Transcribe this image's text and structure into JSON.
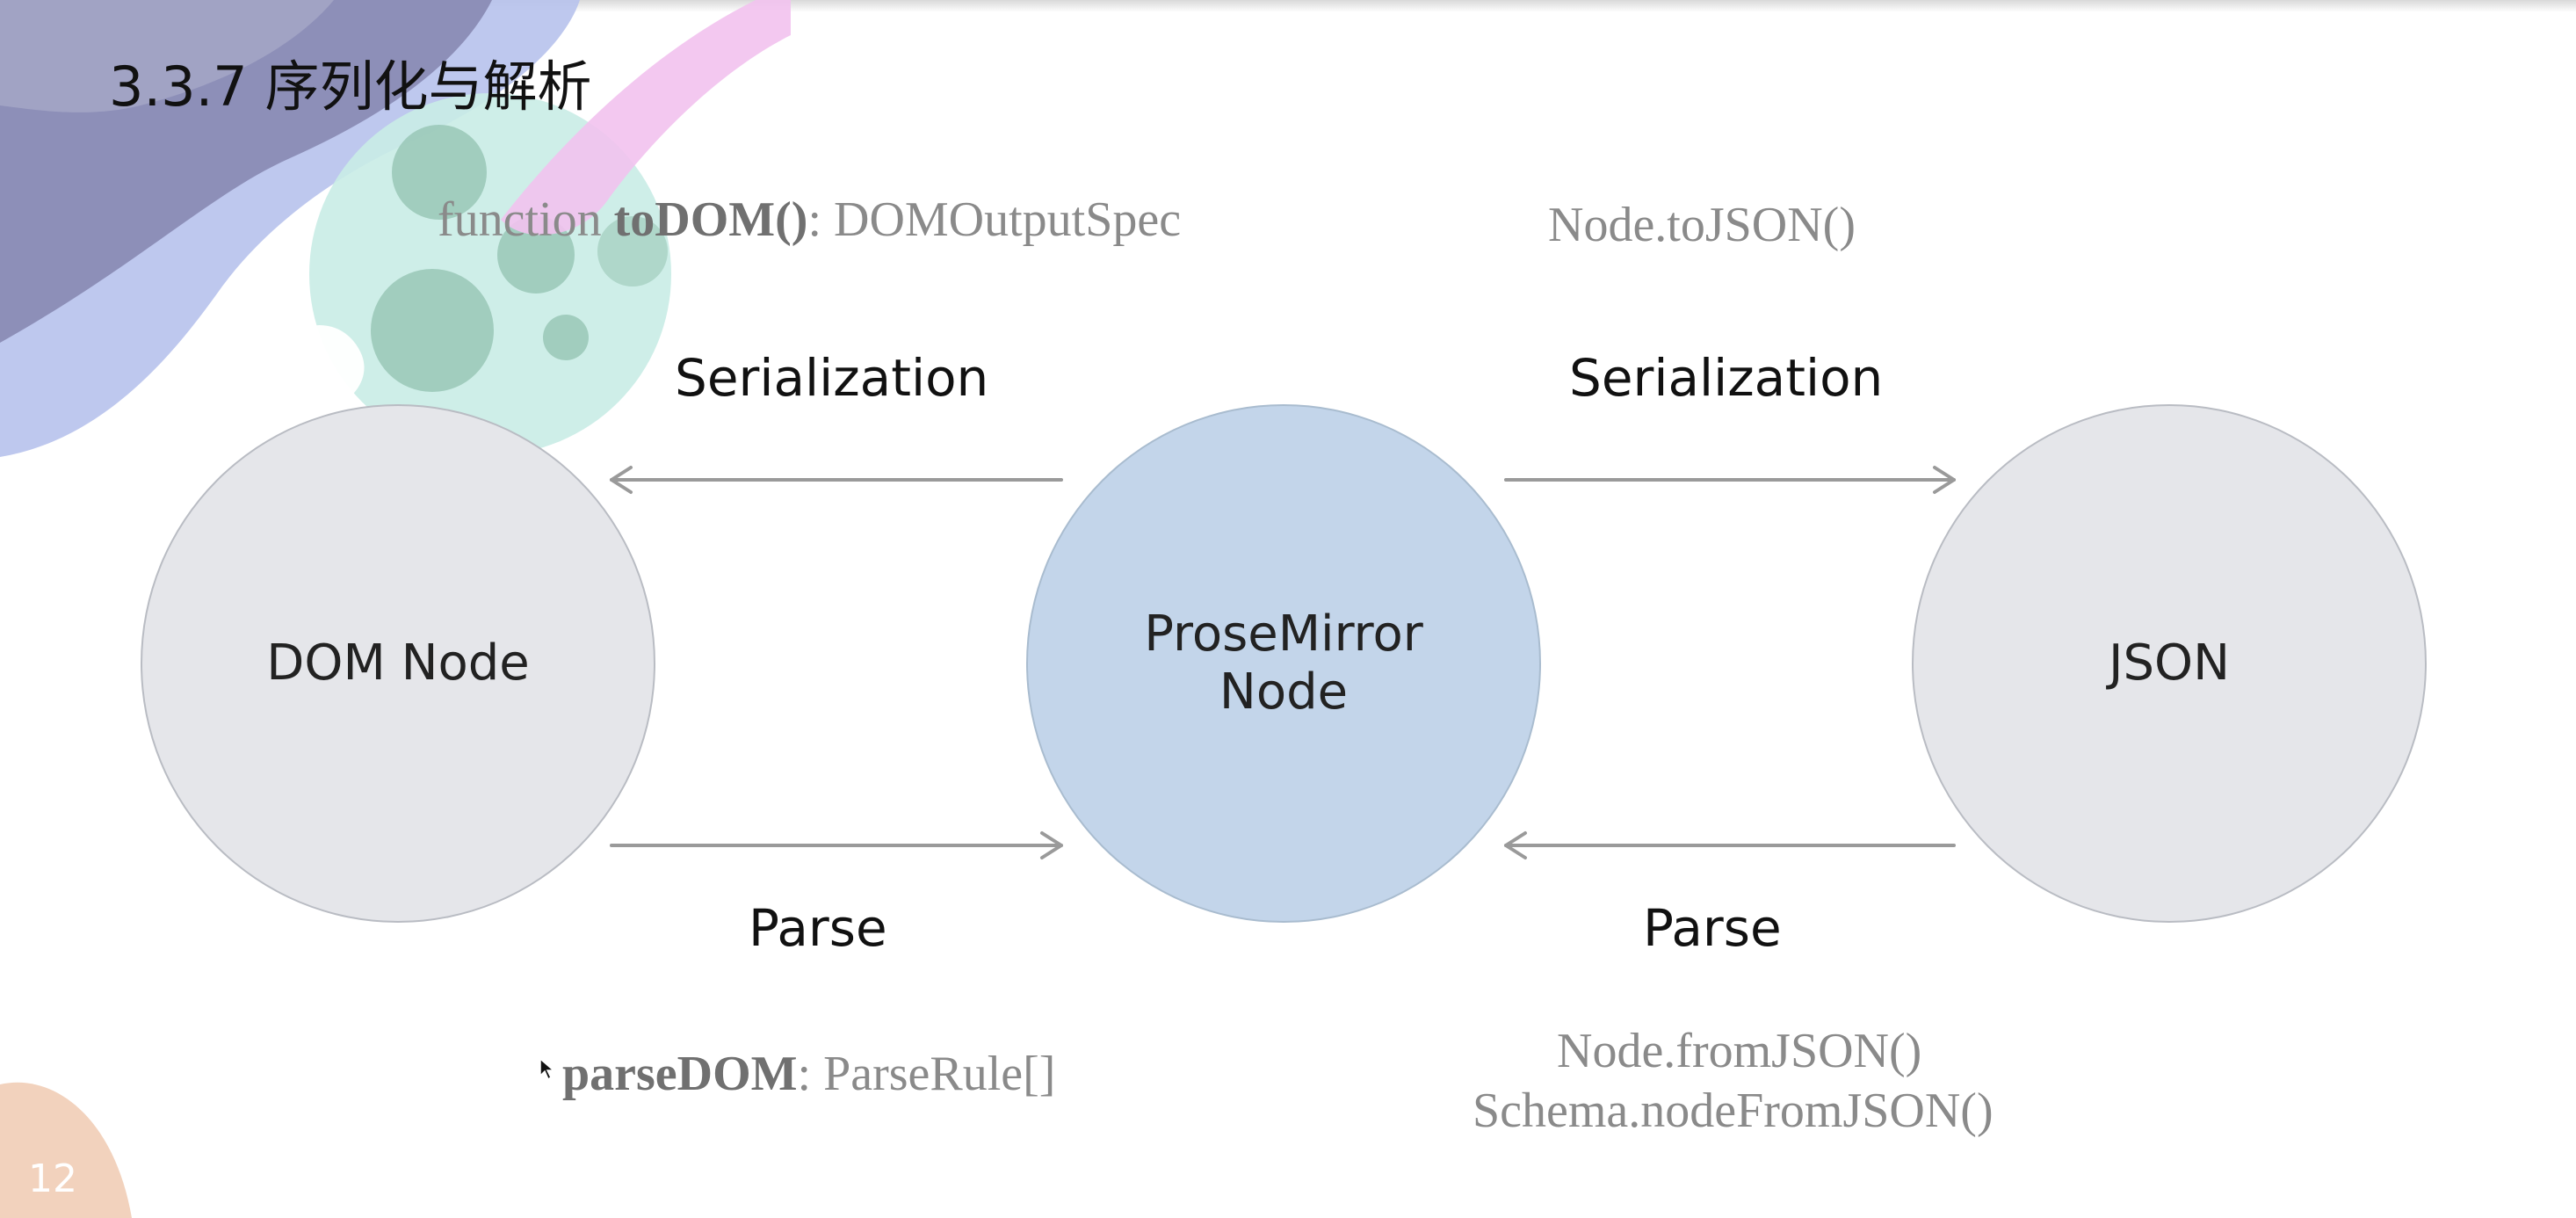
{
  "slide": {
    "title": "3.3.7 序列化与解析",
    "page_number": "12"
  },
  "nodes": {
    "dom": "DOM Node",
    "prosemirror": "ProseMirror\nNode",
    "json": "JSON"
  },
  "edges": {
    "left_serialization": "Serialization",
    "right_serialization": "Serialization",
    "left_parse": "Parse",
    "right_parse": "Parse"
  },
  "code": {
    "todom_prefix": "function ",
    "todom_name": "toDOM()",
    "todom_suffix": ": DOMOutputSpec",
    "tojson": "Node.toJSON()",
    "parsedom_name": "parseDOM",
    "parsedom_suffix": ": ParseRule[]",
    "fromjson": "Node.fromJSON()",
    "nodefromjson": "Schema.nodeFromJSON()"
  },
  "colors": {
    "side_circle_fill": "#e5e6ea",
    "center_circle_fill": "#c3d5ea",
    "arrow": "#9a9a9a",
    "code_text": "#8a8a8a"
  }
}
